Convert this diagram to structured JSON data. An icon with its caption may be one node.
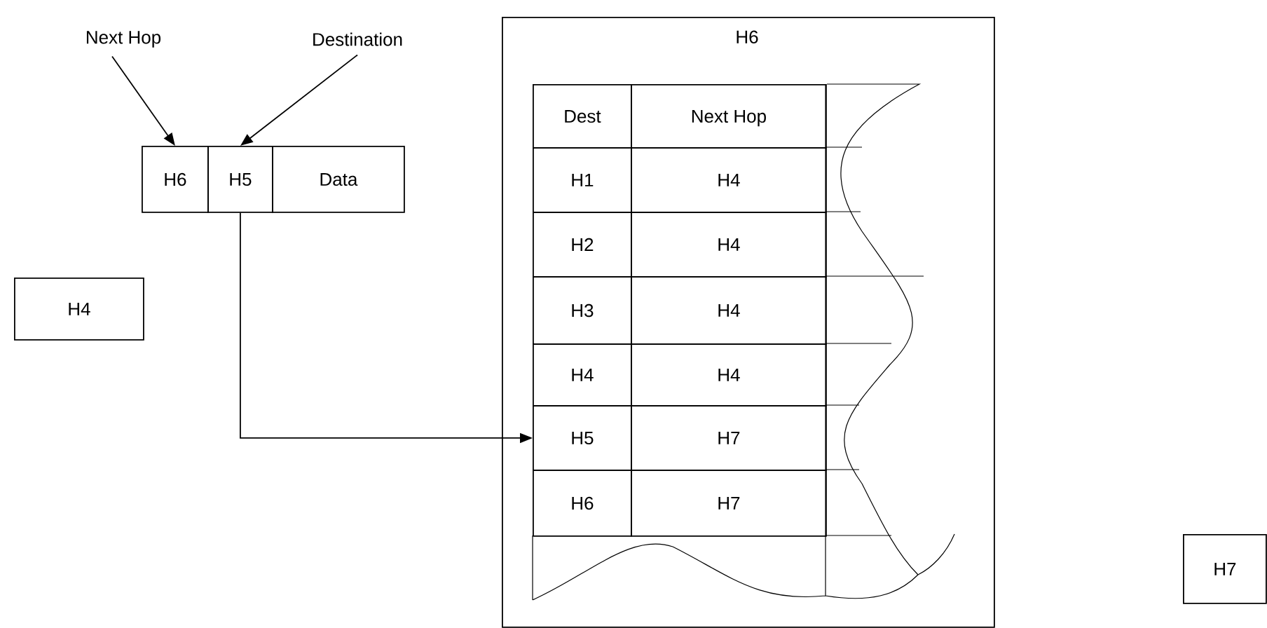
{
  "diagram": {
    "nodes": [
      {
        "text": [
          "Next Hop"
        ]
      },
      {
        "text": [
          "Destination"
        ]
      },
      {
        "text": [
          "H6"
        ]
      },
      {
        "text": [
          "H5"
        ]
      },
      {
        "text": [
          "Data"
        ]
      },
      {
        "text": [
          "H4"
        ]
      },
      {
        "text": [
          "H6"
        ]
      },
      {
        "text": [
          "Dest"
        ],
        "in": 6
      },
      {
        "text": [
          "Next Hop"
        ],
        "in": 6
      },
      {
        "text": [
          "H1"
        ],
        "in": 6
      },
      {
        "text": [
          "H4"
        ],
        "in": 6
      },
      {
        "text": [
          "H2"
        ],
        "in": 6
      },
      {
        "text": [
          "H4"
        ],
        "in": 6
      },
      {
        "text": [
          "H3"
        ],
        "in": 6
      },
      {
        "text": [
          "H4"
        ],
        "in": 6
      },
      {
        "text": [
          "H4"
        ],
        "in": 6
      },
      {
        "text": [
          "H4"
        ],
        "in": 6
      },
      {
        "text": [
          "H5"
        ],
        "in": 6
      },
      {
        "text": [
          "H7"
        ],
        "in": 6
      },
      {
        "text": [
          "H6"
        ],
        "in": 6
      },
      {
        "text": [
          "H7"
        ],
        "in": 6
      },
      {
        "text": [
          "H7"
        ]
      }
    ],
    "edges": [
      {
        "from": 0,
        "to": 2,
        "arrow": "to"
      },
      {
        "from": 1,
        "to": 3,
        "arrow": "to"
      },
      {
        "from": 3,
        "to": 17,
        "arrow": "to"
      }
    ]
  }
}
